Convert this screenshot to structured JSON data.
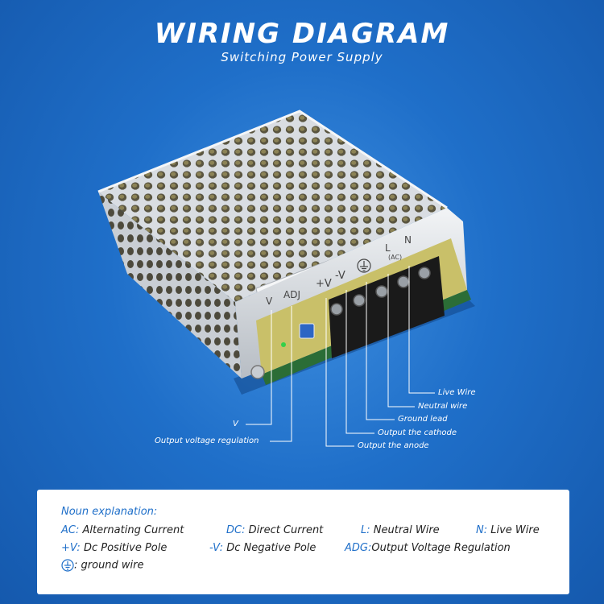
{
  "header": {
    "title": "WIRING DIAGRAM",
    "subtitle": "Switching Power Supply"
  },
  "device": {
    "labels": {
      "v": "V",
      "adj": "ADJ",
      "plus_v": "+V",
      "minus_v": "-V",
      "l": "L",
      "n": "N",
      "ac": "(AC)"
    }
  },
  "callouts": {
    "live_wire": "Live Wire",
    "neutral_wire": "Neutral wire",
    "ground_lead": "Ground lead",
    "output_cathode": "Output the cathode",
    "output_anode": "Output the anode",
    "v": "V",
    "output_voltage_regulation": "Output voltage regulation"
  },
  "nouns": {
    "heading": "Noun explanation:",
    "ac": {
      "key": "AC:",
      "value": " Alternating Current"
    },
    "dc": {
      "key": "DC:",
      "value": " Direct Current"
    },
    "l": {
      "key": "L:",
      "value": " Neutral Wire"
    },
    "n": {
      "key": "N:",
      "value": " Live Wire"
    },
    "plus_v": {
      "key": "+V:",
      "value": " Dc Positive Pole"
    },
    "minus_v": {
      "key": "-V:",
      "value": " Dc Negative Pole"
    },
    "adg": {
      "key": "ADG:",
      "value": "Output Voltage Regulation"
    },
    "ground": {
      "value": ": ground wire"
    }
  },
  "colors": {
    "background": "#1f6fc9",
    "accent": "#1f6fc9",
    "text_white": "#ffffff"
  }
}
